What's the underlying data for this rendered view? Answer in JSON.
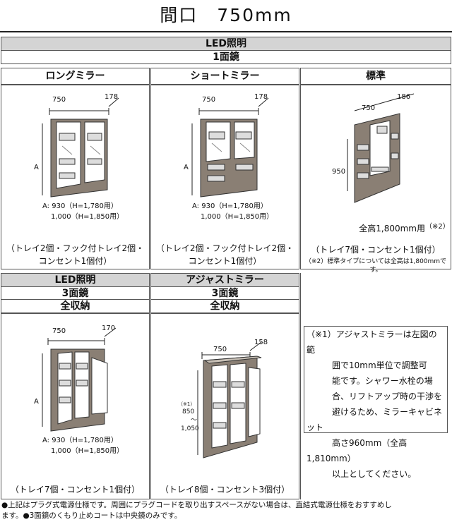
{
  "title": "間口　750mm",
  "top": {
    "led_header": "LED照明",
    "one_mirror": "1面鏡",
    "col1": {
      "header": "ロングミラー",
      "width": "750",
      "depth": "178",
      "a_label": "A",
      "a_line1": "A:  930（H=1,780用）",
      "a_line2": "1,000（H=1,850用）",
      "desc1": "（トレイ2個・フック付トレイ2個・",
      "desc2": "コンセント1個付）"
    },
    "col2": {
      "header": "ショートミラー",
      "width": "750",
      "depth": "178",
      "a_label": "A",
      "a_line1": "A:  930（H=1,780用）",
      "a_line2": "1,000（H=1,850用）",
      "desc1": "（トレイ2個・フック付トレイ2個・",
      "desc2": "コンセント1個付）"
    },
    "col3": {
      "header": "標準",
      "width": "750",
      "depth": "186",
      "height": "950",
      "total_height": "全高1,800mm用",
      "total_note": "（※2）",
      "desc": "（トレイ7個・コンセント1個付）",
      "note2": "（※2）標準タイプについては全高は1,800mmです。"
    }
  },
  "bottom": {
    "left": {
      "header1": "LED照明",
      "header2": "3面鏡",
      "header3": "全収納",
      "width": "750",
      "depth": "170",
      "a_label": "A",
      "a_line1": "A:  930（H=1,780用）",
      "a_line2": "1,000（H=1,850用）",
      "desc": "（トレイ7個・コンセント1個付）"
    },
    "mid": {
      "header1": "アジャストミラー",
      "header2": "3面鏡",
      "header3": "全収納",
      "width": "750",
      "depth": "158",
      "height_label": "850",
      "height_sup": "（※1）",
      "height_label2": "〜",
      "height_label3": "1,050",
      "desc": "（トレイ8個・コンセント3個付）"
    },
    "note": {
      "lines": [
        "（※1）アジャストミラーは左図の範",
        "　　　囲で10mm単位で調整可",
        "　　　能です。シャワー水栓の場",
        "　　　合、リフトアップ時の干渉を",
        "　　　避けるため、ミラーキャビネット",
        "　　　高さ960mm（全高1,810mm）",
        "　　　以上としてください。"
      ]
    }
  },
  "footer": {
    "line1": "●上記はプラグ式電源仕様です。周囲にプラグコードを取り出すスペースがない場合は、直結式電源仕様をおすすめし",
    "line2": "ます。●3面鏡のくもり止めコートは中央鏡のみです。"
  },
  "colors": {
    "header_bg": "#d4d4d4",
    "cabinet": "#8a7f74",
    "border": "#555555"
  }
}
